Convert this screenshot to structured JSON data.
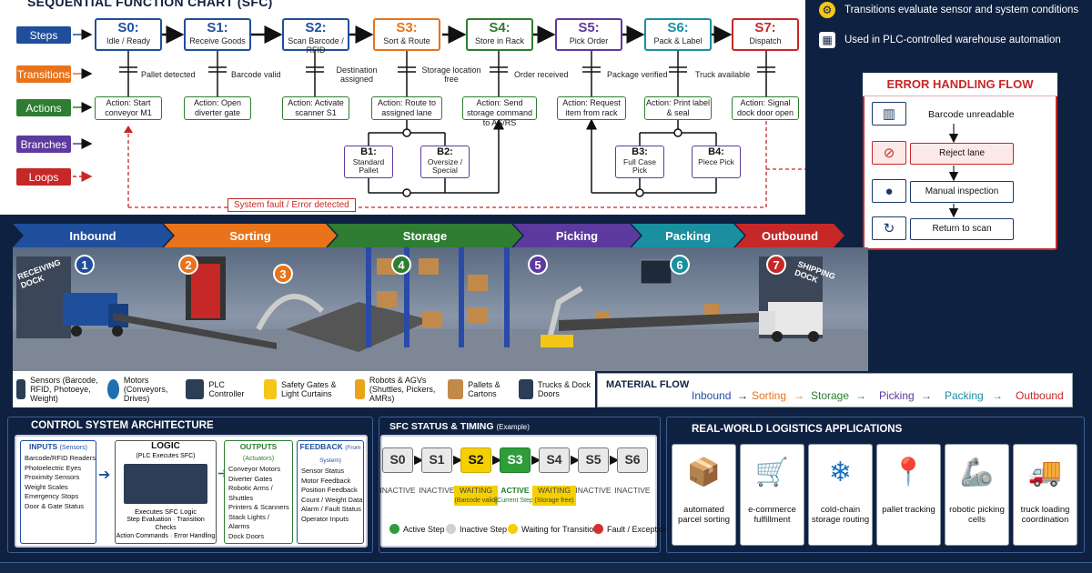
{
  "sfc": {
    "title": "SEQUENTIAL FUNCTION CHART (SFC)",
    "legend": [
      {
        "label": "Steps",
        "color": "#1f4f9c"
      },
      {
        "label": "Transitions",
        "color": "#e8731a"
      },
      {
        "label": "Actions",
        "color": "#2e7d32"
      },
      {
        "label": "Branches",
        "color": "#5c3a9e"
      },
      {
        "label": "Loops",
        "color": "#c62828"
      }
    ],
    "steps": [
      {
        "id": "S0:",
        "name": "Idle / Ready",
        "color": "#1f4f9c"
      },
      {
        "id": "S1:",
        "name": "Receive Goods",
        "color": "#1f4f9c"
      },
      {
        "id": "S2:",
        "name": "Scan Barcode / RFID",
        "color": "#1f4f9c"
      },
      {
        "id": "S3:",
        "name": "Sort & Route",
        "color": "#e8731a"
      },
      {
        "id": "S4:",
        "name": "Store in Rack",
        "color": "#2e7d32"
      },
      {
        "id": "S5:",
        "name": "Pick Order",
        "color": "#5c3a9e"
      },
      {
        "id": "S6:",
        "name": "Pack & Label",
        "color": "#1a8fa0"
      },
      {
        "id": "S7:",
        "name": "Dispatch",
        "color": "#c62828"
      }
    ],
    "transitions": [
      "Pallet detected",
      "Barcode valid",
      "Destination assigned",
      "Storage location free",
      "Order received",
      "Package verified",
      "Truck available"
    ],
    "actions": [
      "Action: Start conveyor M1",
      "Action: Open diverter gate",
      "Action: Activate scanner S1",
      "Action: Route to assigned lane",
      "Action: Send storage command to AS/RS",
      "Action: Request item from rack",
      "Action: Print label & seal",
      "Action: Signal dock door open"
    ],
    "branches": [
      {
        "id": "B1:",
        "name": "Standard Pallet"
      },
      {
        "id": "B2:",
        "name": "Oversize / Special"
      },
      {
        "id": "B3:",
        "name": "Full Case Pick"
      },
      {
        "id": "B4:",
        "name": "Piece Pick"
      }
    ],
    "fault": "System fault / Error detected"
  },
  "info": [
    {
      "text": "Transitions evaluate sensor and system conditions",
      "icon": "gear-icon"
    },
    {
      "text": "Used in PLC-controlled warehouse automation",
      "icon": "plc-icon"
    }
  ],
  "error_flow": {
    "title": "ERROR HANDLING FLOW",
    "items": [
      {
        "label": "Barcode unreadable",
        "icon": "barcode-icon"
      },
      {
        "label": "Reject lane",
        "icon": "no-entry-icon"
      },
      {
        "label": "Manual inspection",
        "icon": "person-icon"
      },
      {
        "label": "Return to scan",
        "icon": "refresh-icon"
      }
    ]
  },
  "zones": [
    {
      "label": "Inbound",
      "color": "#1f4f9c"
    },
    {
      "label": "Sorting",
      "color": "#e8731a"
    },
    {
      "label": "Storage",
      "color": "#2e7d32"
    },
    {
      "label": "Picking",
      "color": "#5c3a9e"
    },
    {
      "label": "Packing",
      "color": "#1a8fa0"
    },
    {
      "label": "Outbound",
      "color": "#c62828"
    }
  ],
  "scene": {
    "receiving": "RECEIVING DOCK",
    "shipping": "SHIPPING DOCK",
    "numbers": [
      {
        "n": "1",
        "color": "#1f4f9c"
      },
      {
        "n": "2",
        "color": "#e8731a"
      },
      {
        "n": "3",
        "color": "#e8731a"
      },
      {
        "n": "4",
        "color": "#2e7d32"
      },
      {
        "n": "5",
        "color": "#5c3a9e"
      },
      {
        "n": "6",
        "color": "#1a8fa0"
      },
      {
        "n": "7",
        "color": "#c62828"
      }
    ]
  },
  "components": [
    {
      "label": "Sensors (Barcode, RFID, Photoeye, Weight)"
    },
    {
      "label": "Motors (Conveyors, Drives)"
    },
    {
      "label": "PLC Controller"
    },
    {
      "label": "Safety Gates & Light Curtains"
    },
    {
      "label": "Robots & AGVs (Shuttles, Pickers, AMRs)"
    },
    {
      "label": "Pallets & Cartons"
    },
    {
      "label": "Trucks & Dock Doors"
    }
  ],
  "material_flow": {
    "title": "MATERIAL FLOW",
    "items": [
      {
        "label": "Inbound",
        "color": "#1f4f9c"
      },
      {
        "label": "Sorting",
        "color": "#e8731a"
      },
      {
        "label": "Storage",
        "color": "#2e7d32"
      },
      {
        "label": "Picking",
        "color": "#5c3a9e"
      },
      {
        "label": "Packing",
        "color": "#1a8fa0"
      },
      {
        "label": "Outbound",
        "color": "#c62828"
      }
    ]
  },
  "architecture": {
    "title": "CONTROL SYSTEM ARCHITECTURE",
    "inputs_title": "INPUTS",
    "inputs_sub": "(Sensors)",
    "inputs": [
      "Barcode/RFID Readers",
      "Photoelectric Eyes",
      "Proximity Sensors",
      "Weight Scales",
      "Emergency Stops",
      "Door & Gate Status"
    ],
    "logic_title": "LOGIC",
    "logic_sub": "(PLC Executes SFC)",
    "logic_desc": [
      "Executes SFC Logic",
      "Step Evaluation · Transition Checks",
      "Action Commands · Error Handling"
    ],
    "outputs_title": "OUTPUTS",
    "outputs_sub": "(Actuators)",
    "outputs": [
      "Conveyor Motors",
      "Diverter Gates",
      "Robotic Arms / Shuttles",
      "Printers & Scanners",
      "Stack Lights / Alarms",
      "Dock Doors"
    ],
    "feedback_title": "FEEDBACK",
    "feedback_sub": "(From System)",
    "feedback": [
      "Sensor Status",
      "Motor Feedback",
      "Position Feedback",
      "Count / Weight Data",
      "Alarm / Fault Status",
      "Operator Inputs"
    ]
  },
  "status": {
    "title": "SFC STATUS & TIMING",
    "title_sub": "(Example)",
    "steps": [
      {
        "id": "S0",
        "state": "inactive",
        "label": "INACTIVE",
        "sub": ""
      },
      {
        "id": "S1",
        "state": "inactive",
        "label": "INACTIVE",
        "sub": ""
      },
      {
        "id": "S2",
        "state": "waiting",
        "label": "WAITING",
        "sub": "(Barcode valid)"
      },
      {
        "id": "S3",
        "state": "active",
        "label": "ACTIVE",
        "sub": "(Current Step)"
      },
      {
        "id": "S4",
        "state": "waiting",
        "label": "WAITING",
        "sub": "(Storage free)"
      },
      {
        "id": "S5",
        "state": "inactive",
        "label": "INACTIVE",
        "sub": ""
      },
      {
        "id": "S6",
        "state": "inactive",
        "label": "INACTIVE",
        "sub": ""
      }
    ],
    "legend": [
      {
        "label": "Active Step",
        "color": "#2e9d3a"
      },
      {
        "label": "Inactive Step",
        "color": "#d0d0d0"
      },
      {
        "label": "Waiting for Transition",
        "color": "#f5d000"
      },
      {
        "label": "Fault / Exception",
        "color": "#d32f2f"
      }
    ]
  },
  "applications": {
    "title": "REAL-WORLD LOGISTICS APPLICATIONS",
    "items": [
      {
        "label": "automated parcel sorting",
        "icon": "conveyor-box-icon",
        "glyph": "📦"
      },
      {
        "label": "e-commerce fulfillment",
        "icon": "cart-icon",
        "glyph": "🛒"
      },
      {
        "label": "cold-chain storage routing",
        "icon": "snowflake-icon",
        "glyph": "❄"
      },
      {
        "label": "pallet tracking",
        "icon": "pallet-pin-icon",
        "glyph": "📍"
      },
      {
        "label": "robotic picking cells",
        "icon": "robot-arm-icon",
        "glyph": "🦾"
      },
      {
        "label": "truck loading coordination",
        "icon": "truck-icon",
        "glyph": "🚚"
      }
    ]
  }
}
